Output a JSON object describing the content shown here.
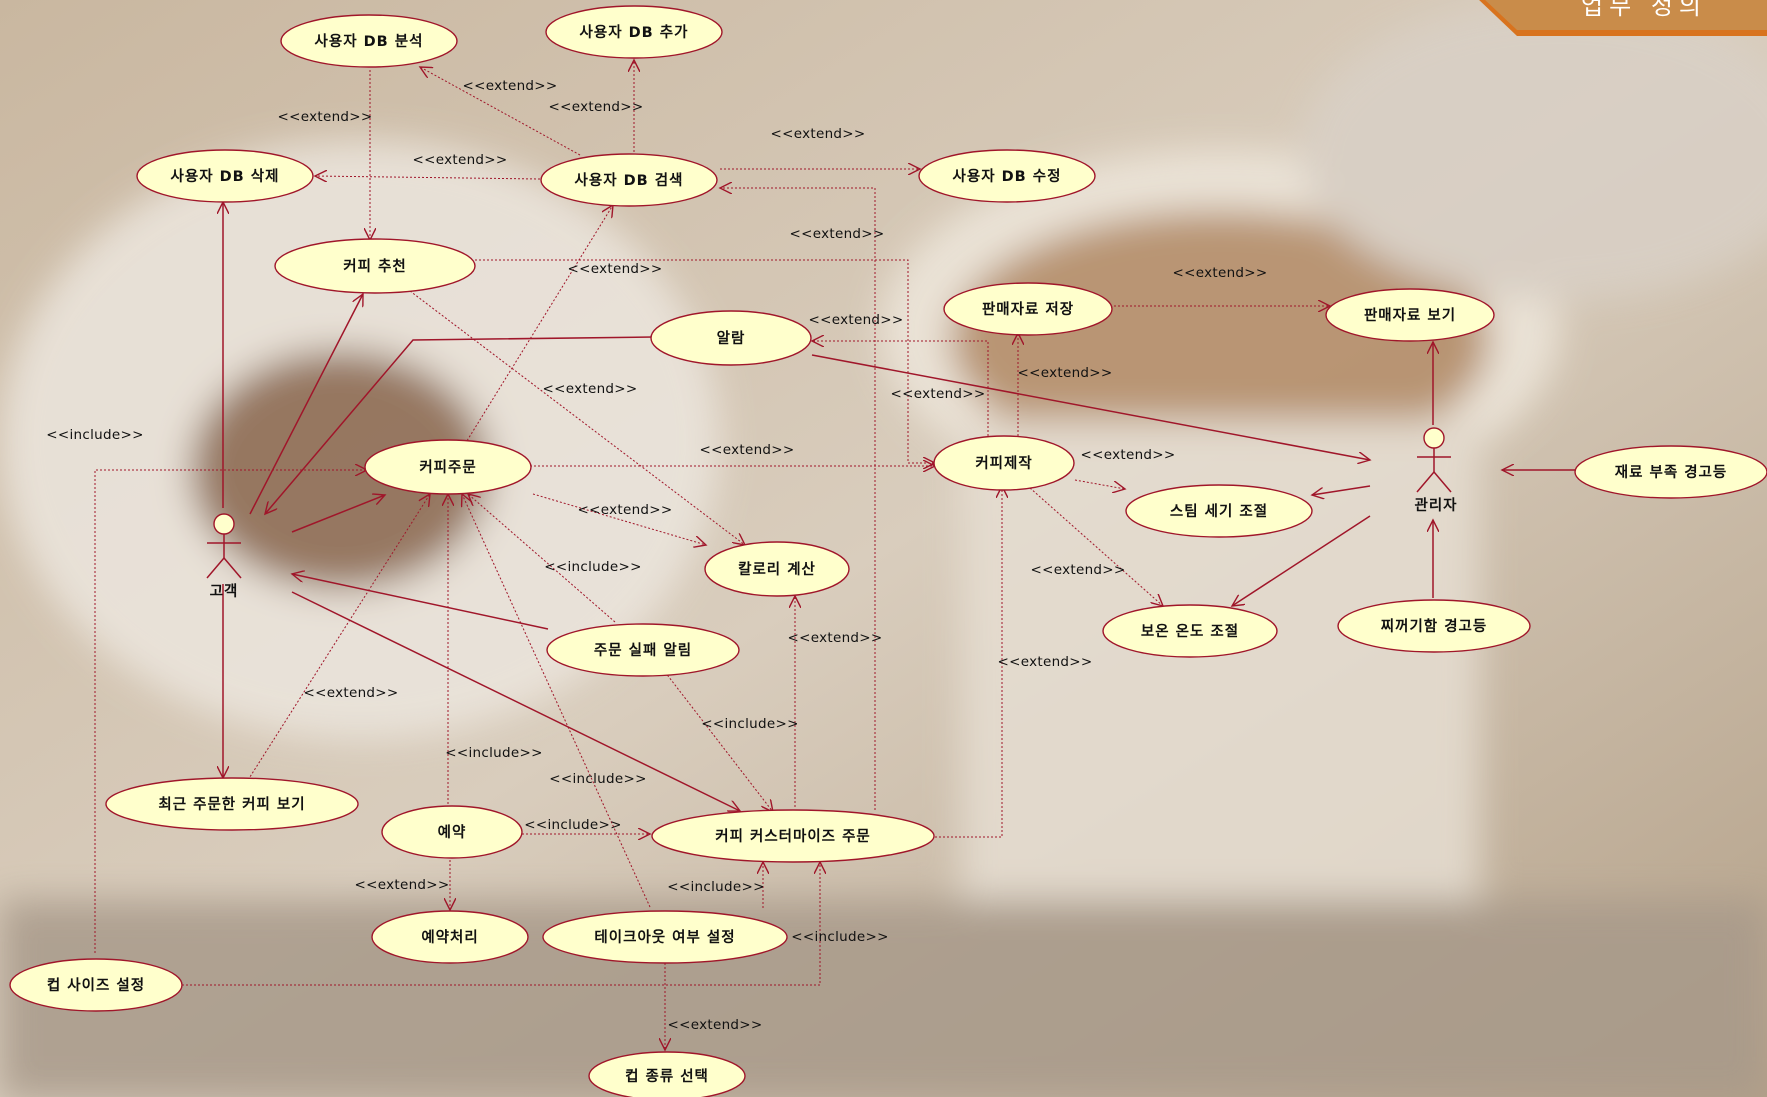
{
  "header": {
    "corner_label": "업무 정의"
  },
  "colors": {
    "accent": "#a0162a",
    "usecase_fill": "#ffffcc",
    "tab_orange": "#d8731e"
  },
  "actors": [
    {
      "id": "customer",
      "name": "고객"
    },
    {
      "id": "admin",
      "name": "관리자"
    }
  ],
  "usecases": {
    "db_analyze": "사용자 DB 분석",
    "db_add": "사용자 DB 추가",
    "db_delete": "사용자 DB 삭제",
    "db_search": "사용자 DB 검색",
    "db_modify": "사용자 DB 수정",
    "recommend": "커피 추천",
    "alarm": "알람",
    "sales_save": "판매자료 저장",
    "sales_view": "판매자료 보기",
    "order": "커피주문",
    "make": "커피제작",
    "steam": "스팀 세기 조절",
    "material_warn": "재료 부족 경고등",
    "calorie": "칼로리 계산",
    "order_fail": "주문 실패 알림",
    "keep_temp": "보온 온도 조절",
    "waste_warn": "찌꺼기함 경고등",
    "recent": "최근 주문한 커피 보기",
    "reserve": "예약",
    "custom_order": "커피 커스터마이즈 주문",
    "reserve_proc": "예약처리",
    "takeout": "테이크아웃 여부 설정",
    "cup_size": "컵 사이즈 설정",
    "cup_type": "컵 종류 선택"
  },
  "stereotypes": {
    "extend": "<<extend>>",
    "include": "<<include>>"
  }
}
